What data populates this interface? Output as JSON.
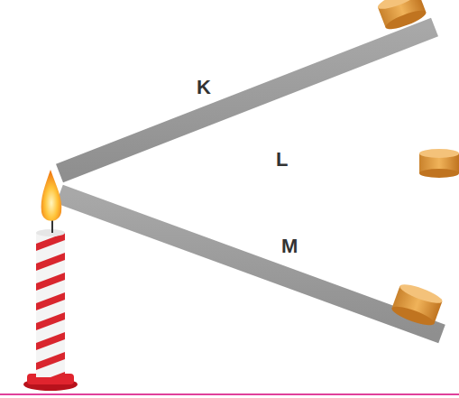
{
  "diagram": {
    "labels": [
      "K",
      "L",
      "M"
    ]
  }
}
